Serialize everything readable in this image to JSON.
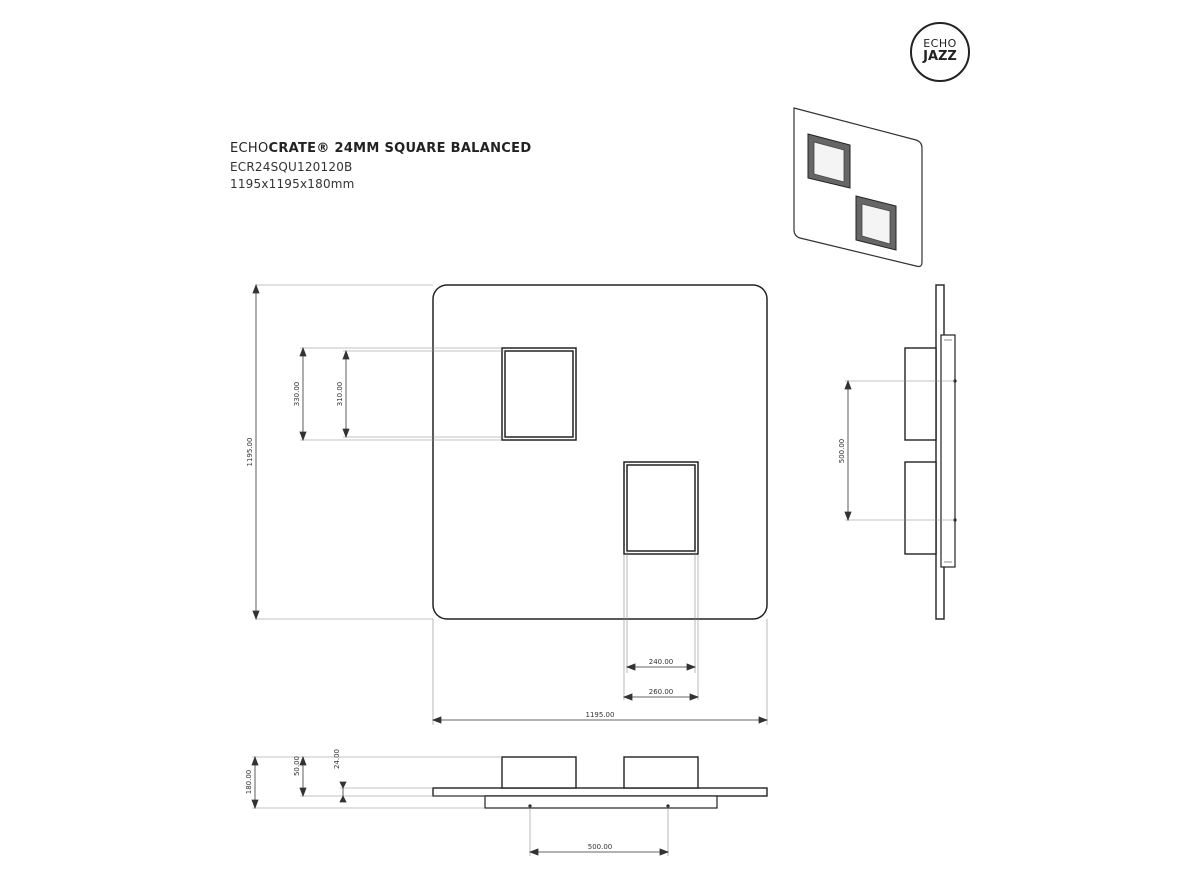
{
  "brand": {
    "logo_line1": "ECHO",
    "logo_line2": "JAZZ"
  },
  "product": {
    "name_prefix": "ECHO",
    "name_main": "CRATE® 24MM SQUARE BALANCED",
    "code": "ECR24SQU120120B",
    "size": "1195x1195x180mm"
  },
  "dimensions": {
    "panel_height": "1195.00",
    "panel_width": "1195.00",
    "crate_outer_height": "330.00",
    "crate_inner_height": "310.00",
    "crate_inner_width": "240.00",
    "crate_outer_width": "260.00",
    "side_spacing": "500.00",
    "overall_depth": "180.00",
    "mount_depth": "50.00",
    "panel_thickness": "24.00",
    "bottom_spacing": "500.00"
  }
}
